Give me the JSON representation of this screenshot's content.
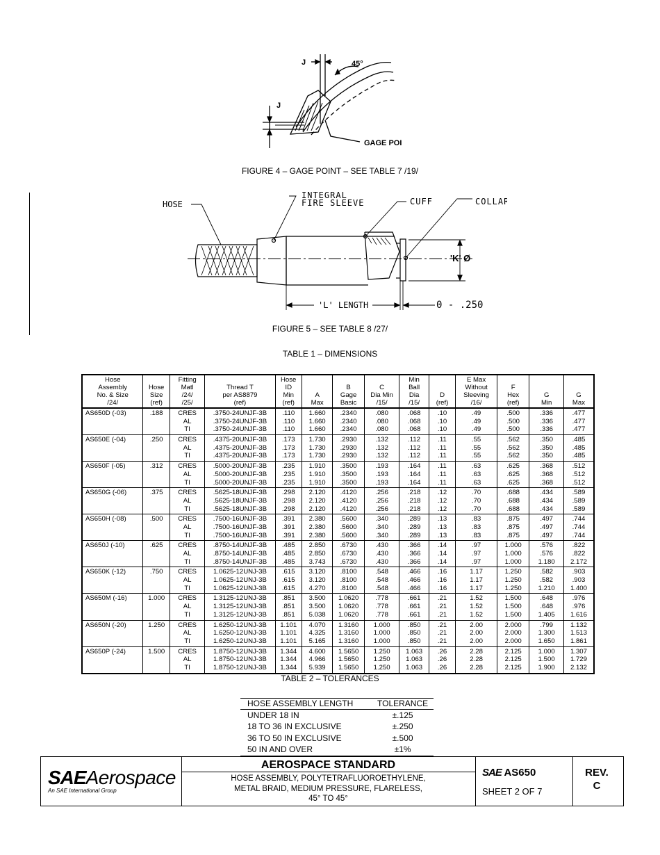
{
  "figure4": {
    "caption": "FIGURE 4 – GAGE POINT – SEE TABLE 7 /19/",
    "labels": {
      "j_top": "J",
      "j_side": "J",
      "angle": "45°",
      "gage_point": "GAGE POINT"
    }
  },
  "figure5": {
    "caption": "FIGURE 5 – SEE TABLE 8 /27/",
    "labels": {
      "hose": "HOSE",
      "sleeve_1": "INTEGRAL",
      "sleeve_2": "FIRE SLEEVE",
      "cuff": "CUFF",
      "collar": "COLLAR",
      "k": "'K' Ø",
      "length": "'L' LENGTH",
      "tol": "0 - .250"
    }
  },
  "table1": {
    "caption": "TABLE 1 – DIMENSIONS",
    "headers": [
      [
        "Hose",
        "Assembly",
        "No. & Size",
        "/24/"
      ],
      [
        "Hose",
        "Size",
        "(ref)"
      ],
      [
        "Fitting",
        "Matl",
        "/24/",
        "/25/"
      ],
      [
        "Thread T",
        "per AS8879",
        "(ref)"
      ],
      [
        "Hose",
        "ID",
        "Min",
        "(ref)"
      ],
      [
        "A",
        "Max"
      ],
      [
        "B",
        "Gage",
        "Basic"
      ],
      [
        "C",
        "Dia Min",
        "/15/"
      ],
      [
        "Min",
        "Ball",
        "Dia",
        "/15/"
      ],
      [
        "D",
        "(ref)"
      ],
      [
        "E Max",
        "Without",
        "Sleeving",
        "/16/"
      ],
      [
        "F",
        "Hex",
        "(ref)"
      ],
      [
        "G",
        "Min"
      ],
      [
        "G",
        "Max"
      ]
    ],
    "rows": [
      {
        "asm": "AS650D (-03)",
        "size": ".188",
        "matl": [
          "CRES",
          "AL",
          "TI"
        ],
        "thread": [
          ".3750-24UNJF-3B",
          ".3750-24UNJF-3B",
          ".3750-24UNJF-3B"
        ],
        "id": [
          ".110",
          ".110",
          ".110"
        ],
        "a": [
          "1.660",
          "1.660",
          "1.660"
        ],
        "b": [
          ".2340",
          ".2340",
          ".2340"
        ],
        "c": [
          ".080",
          ".080",
          ".080"
        ],
        "ball": [
          ".068",
          ".068",
          ".068"
        ],
        "d": [
          ".10",
          ".10",
          ".10"
        ],
        "e": [
          ".49",
          ".49",
          ".49"
        ],
        "f": [
          ".500",
          ".500",
          ".500"
        ],
        "gmin": [
          ".336",
          ".336",
          ".336"
        ],
        "gmax": [
          ".477",
          ".477",
          ".477"
        ]
      },
      {
        "asm": "AS650E (-04)",
        "size": ".250",
        "matl": [
          "CRES",
          "AL",
          "TI"
        ],
        "thread": [
          ".4375-20UNJF-3B",
          ".4375-20UNJF-3B",
          ".4375-20UNJF-3B"
        ],
        "id": [
          ".173",
          ".173",
          ".173"
        ],
        "a": [
          "1.730",
          "1.730",
          "1.730"
        ],
        "b": [
          ".2930",
          ".2930",
          ".2930"
        ],
        "c": [
          ".132",
          ".132",
          ".132"
        ],
        "ball": [
          ".112",
          ".112",
          ".112"
        ],
        "d": [
          ".11",
          ".11",
          ".11"
        ],
        "e": [
          ".55",
          ".55",
          ".55"
        ],
        "f": [
          ".562",
          ".562",
          ".562"
        ],
        "gmin": [
          ".350",
          ".350",
          ".350"
        ],
        "gmax": [
          ".485",
          ".485",
          ".485"
        ]
      },
      {
        "asm": "AS650F (-05)",
        "size": ".312",
        "matl": [
          "CRES",
          "AL",
          "TI"
        ],
        "thread": [
          ".5000-20UNJF-3B",
          ".5000-20UNJF-3B",
          ".5000-20UNJF-3B"
        ],
        "id": [
          ".235",
          ".235",
          ".235"
        ],
        "a": [
          "1.910",
          "1.910",
          "1.910"
        ],
        "b": [
          ".3500",
          ".3500",
          ".3500"
        ],
        "c": [
          ".193",
          ".193",
          ".193"
        ],
        "ball": [
          ".164",
          ".164",
          ".164"
        ],
        "d": [
          ".11",
          ".11",
          ".11"
        ],
        "e": [
          ".63",
          ".63",
          ".63"
        ],
        "f": [
          ".625",
          ".625",
          ".625"
        ],
        "gmin": [
          ".368",
          ".368",
          ".368"
        ],
        "gmax": [
          ".512",
          ".512",
          ".512"
        ]
      },
      {
        "asm": "AS650G (-06)",
        "size": ".375",
        "matl": [
          "CRES",
          "AL",
          "TI"
        ],
        "thread": [
          ".5625-18UNJF-3B",
          ".5625-18UNJF-3B",
          ".5625-18UNJF-3B"
        ],
        "id": [
          ".298",
          ".298",
          ".298"
        ],
        "a": [
          "2.120",
          "2.120",
          "2.120"
        ],
        "b": [
          ".4120",
          ".4120",
          ".4120"
        ],
        "c": [
          ".256",
          ".256",
          ".256"
        ],
        "ball": [
          ".218",
          ".218",
          ".218"
        ],
        "d": [
          ".12",
          ".12",
          ".12"
        ],
        "e": [
          ".70",
          ".70",
          ".70"
        ],
        "f": [
          ".688",
          ".688",
          ".688"
        ],
        "gmin": [
          ".434",
          ".434",
          ".434"
        ],
        "gmax": [
          ".589",
          ".589",
          ".589"
        ]
      },
      {
        "asm": "AS650H (-08)",
        "size": ".500",
        "matl": [
          "CRES",
          "AL",
          "TI"
        ],
        "thread": [
          ".7500-16UNJF-3B",
          ".7500-16UNJF-3B",
          ".7500-16UNJF-3B"
        ],
        "id": [
          ".391",
          ".391",
          ".391"
        ],
        "a": [
          "2.380",
          "2.380",
          "2.380"
        ],
        "b": [
          ".5600",
          ".5600",
          ".5600"
        ],
        "c": [
          ".340",
          ".340",
          ".340"
        ],
        "ball": [
          ".289",
          ".289",
          ".289"
        ],
        "d": [
          ".13",
          ".13",
          ".13"
        ],
        "e": [
          ".83",
          ".83",
          ".83"
        ],
        "f": [
          ".875",
          ".875",
          ".875"
        ],
        "gmin": [
          ".497",
          ".497",
          ".497"
        ],
        "gmax": [
          ".744",
          ".744",
          ".744"
        ]
      },
      {
        "asm": "AS650J (-10)",
        "size": ".625",
        "matl": [
          "CRES",
          "AL",
          "TI"
        ],
        "thread": [
          ".8750-14UNJF-3B",
          ".8750-14UNJF-3B",
          ".8750-14UNJF-3B"
        ],
        "id": [
          ".485",
          ".485",
          ".485"
        ],
        "a": [
          "2.850",
          "2.850",
          "3.743"
        ],
        "b": [
          ".6730",
          ".6730",
          ".6730"
        ],
        "c": [
          ".430",
          ".430",
          ".430"
        ],
        "ball": [
          ".366",
          ".366",
          ".366"
        ],
        "d": [
          ".14",
          ".14",
          ".14"
        ],
        "e": [
          ".97",
          ".97",
          ".97"
        ],
        "f": [
          "1.000",
          "1.000",
          "1.000"
        ],
        "gmin": [
          ".576",
          ".576",
          "1.180"
        ],
        "gmax": [
          ".822",
          ".822",
          "2.172"
        ]
      },
      {
        "asm": "AS650K (-12)",
        "size": ".750",
        "matl": [
          "CRES",
          "AL",
          "TI"
        ],
        "thread": [
          "1.0625-12UNJ-3B",
          "1.0625-12UNJ-3B",
          "1.0625-12UNJ-3B"
        ],
        "id": [
          ".615",
          ".615",
          ".615"
        ],
        "a": [
          "3.120",
          "3.120",
          "4.270"
        ],
        "b": [
          ".8100",
          ".8100",
          ".8100"
        ],
        "c": [
          ".548",
          ".548",
          ".548"
        ],
        "ball": [
          ".466",
          ".466",
          ".466"
        ],
        "d": [
          ".16",
          ".16",
          ".16"
        ],
        "e": [
          "1.17",
          "1.17",
          "1.17"
        ],
        "f": [
          "1.250",
          "1.250",
          "1.250"
        ],
        "gmin": [
          ".582",
          ".582",
          "1.210"
        ],
        "gmax": [
          ".903",
          ".903",
          "1.400"
        ]
      },
      {
        "asm": "AS650M (-16)",
        "size": "1.000",
        "matl": [
          "CRES",
          "AL",
          "TI"
        ],
        "thread": [
          "1.3125-12UNJ-3B",
          "1.3125-12UNJ-3B",
          "1.3125-12UNJ-3B"
        ],
        "id": [
          ".851",
          ".851",
          ".851"
        ],
        "a": [
          "3.500",
          "3.500",
          "5.038"
        ],
        "b": [
          "1.0620",
          "1.0620",
          "1.0620"
        ],
        "c": [
          ".778",
          ".778",
          ".778"
        ],
        "ball": [
          ".661",
          ".661",
          ".661"
        ],
        "d": [
          ".21",
          ".21",
          ".21"
        ],
        "e": [
          "1.52",
          "1.52",
          "1.52"
        ],
        "f": [
          "1.500",
          "1.500",
          "1.500"
        ],
        "gmin": [
          ".648",
          ".648",
          "1.405"
        ],
        "gmax": [
          ".976",
          ".976",
          "1.616"
        ]
      },
      {
        "asm": "AS650N (-20)",
        "size": "1.250",
        "matl": [
          "CRES",
          "AL",
          "TI"
        ],
        "thread": [
          "1.6250-12UNJ-3B",
          "1.6250-12UNJ-3B",
          "1.6250-12UNJ-3B"
        ],
        "id": [
          "1.101",
          "1.101",
          "1.101"
        ],
        "a": [
          "4.070",
          "4.325",
          "5.165"
        ],
        "b": [
          "1.3160",
          "1.3160",
          "1.3160"
        ],
        "c": [
          "1.000",
          "1.000",
          "1.000"
        ],
        "ball": [
          ".850",
          ".850",
          ".850"
        ],
        "d": [
          ".21",
          ".21",
          ".21"
        ],
        "e": [
          "2.00",
          "2.00",
          "2.00"
        ],
        "f": [
          "2.000",
          "2.000",
          "2.000"
        ],
        "gmin": [
          ".799",
          "1.300",
          "1.650"
        ],
        "gmax": [
          "1.132",
          "1.513",
          "1.861"
        ]
      },
      {
        "asm": "AS650P (-24)",
        "size": "1.500",
        "matl": [
          "CRES",
          "AL",
          "TI"
        ],
        "thread": [
          "1.8750-12UNJ-3B",
          "1.8750-12UNJ-3B",
          "1.8750-12UNJ-3B"
        ],
        "id": [
          "1.344",
          "1.344",
          "1.344"
        ],
        "a": [
          "4.600",
          "4.966",
          "5.939"
        ],
        "b": [
          "1.5650",
          "1.5650",
          "1.5650"
        ],
        "c": [
          "1.250",
          "1.250",
          "1.250"
        ],
        "ball": [
          "1.063",
          "1.063",
          "1.063"
        ],
        "d": [
          ".26",
          ".26",
          ".26"
        ],
        "e": [
          "2.28",
          "2.28",
          "2.28"
        ],
        "f": [
          "2.125",
          "2.125",
          "2.125"
        ],
        "gmin": [
          "1.000",
          "1.500",
          "1.900"
        ],
        "gmax": [
          "1.307",
          "1.729",
          "2.132"
        ]
      }
    ]
  },
  "table2": {
    "caption": "TABLE 2 – TOLERANCES",
    "headers": [
      "HOSE ASSEMBLY LENGTH",
      "TOLERANCE"
    ],
    "rows": [
      [
        "UNDER 18 IN",
        "±.125"
      ],
      [
        "18 TO 36 IN EXCLUSIVE",
        "±.250"
      ],
      [
        "36 TO 50 IN EXCLUSIVE",
        "±.500"
      ],
      [
        "50 IN AND OVER",
        "±1%"
      ]
    ]
  },
  "footer": {
    "logo_sae": "SAE",
    "logo_aero": "Aerospace",
    "logo_sub": "An SAE International Group",
    "title": "AEROSPACE STANDARD",
    "desc_1": "HOSE ASSEMBLY, POLYTETRAFLUOROETHYLENE,",
    "desc_2": "METAL BRAID, MEDIUM PRESSURE, FLARELESS,",
    "desc_3": "45° TO 45°",
    "doc_sae": "SAE",
    "doc_num": "AS650",
    "sheet": "SHEET 2 OF 7",
    "rev_label": "REV.",
    "rev_value": "C"
  }
}
